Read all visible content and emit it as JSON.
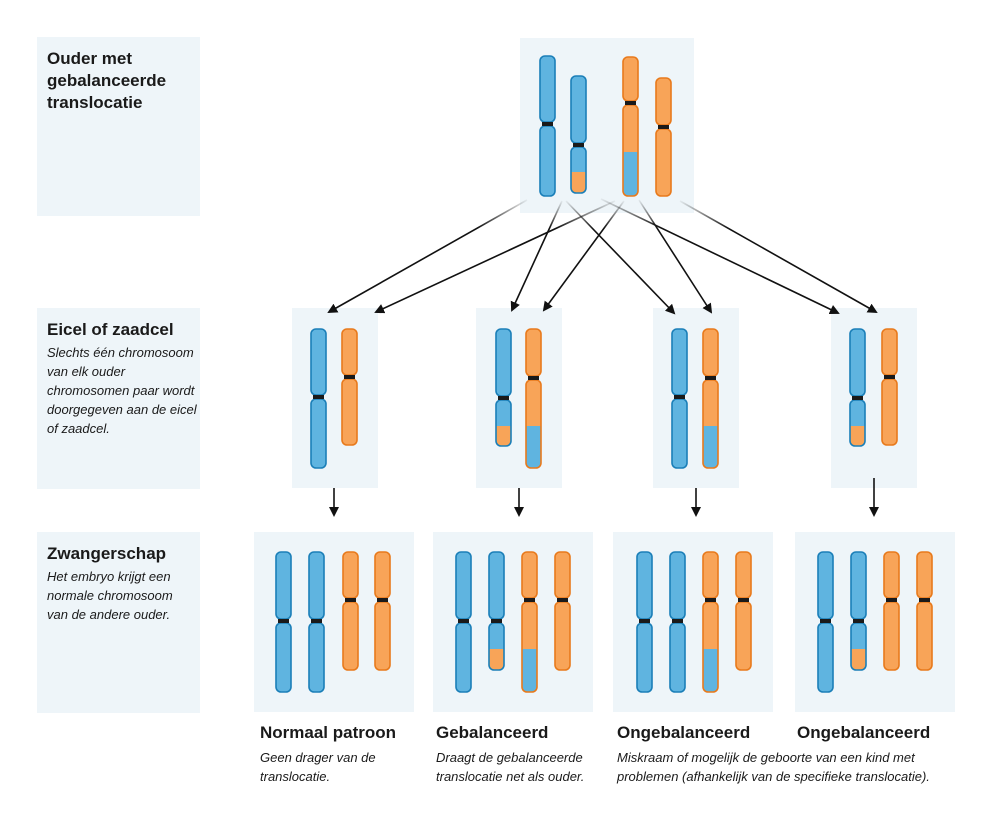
{
  "labels": {
    "parent": "Ouder met gebalanceerde translocatie",
    "gamete_title": "Eicel of zaadcel",
    "gamete_desc": "Slechts één chromosoom van elk ouder chromosomen paar wordt doorgegeven aan de eicel of zaadcel.",
    "pregnancy_title": "Zwangerschap",
    "pregnancy_desc": "Het embryo krijgt een normale chromosoom van de andere ouder."
  },
  "outcomes": [
    {
      "title": "Normaal patroon",
      "desc": "Geen drager van de translocatie."
    },
    {
      "title": "Gebalanceerd",
      "desc": "Draagt de gebalanceerde translocatie net als ouder."
    },
    {
      "title": "Ongebalanceerd",
      "desc": "Miskraam of mogelijk de geboorte van een kind met problemen (afhankelijk van de specifieke translocatie)."
    },
    {
      "title": "Ongebalanceerd",
      "desc": ""
    }
  ],
  "colors": {
    "blue_fill": "#5fb4e0",
    "blue_stroke": "#1b7fb8",
    "orange_fill": "#f8a458",
    "orange_stroke": "#e87a1c",
    "panel_bg": "#eef5f9",
    "arrow": "#111111"
  }
}
